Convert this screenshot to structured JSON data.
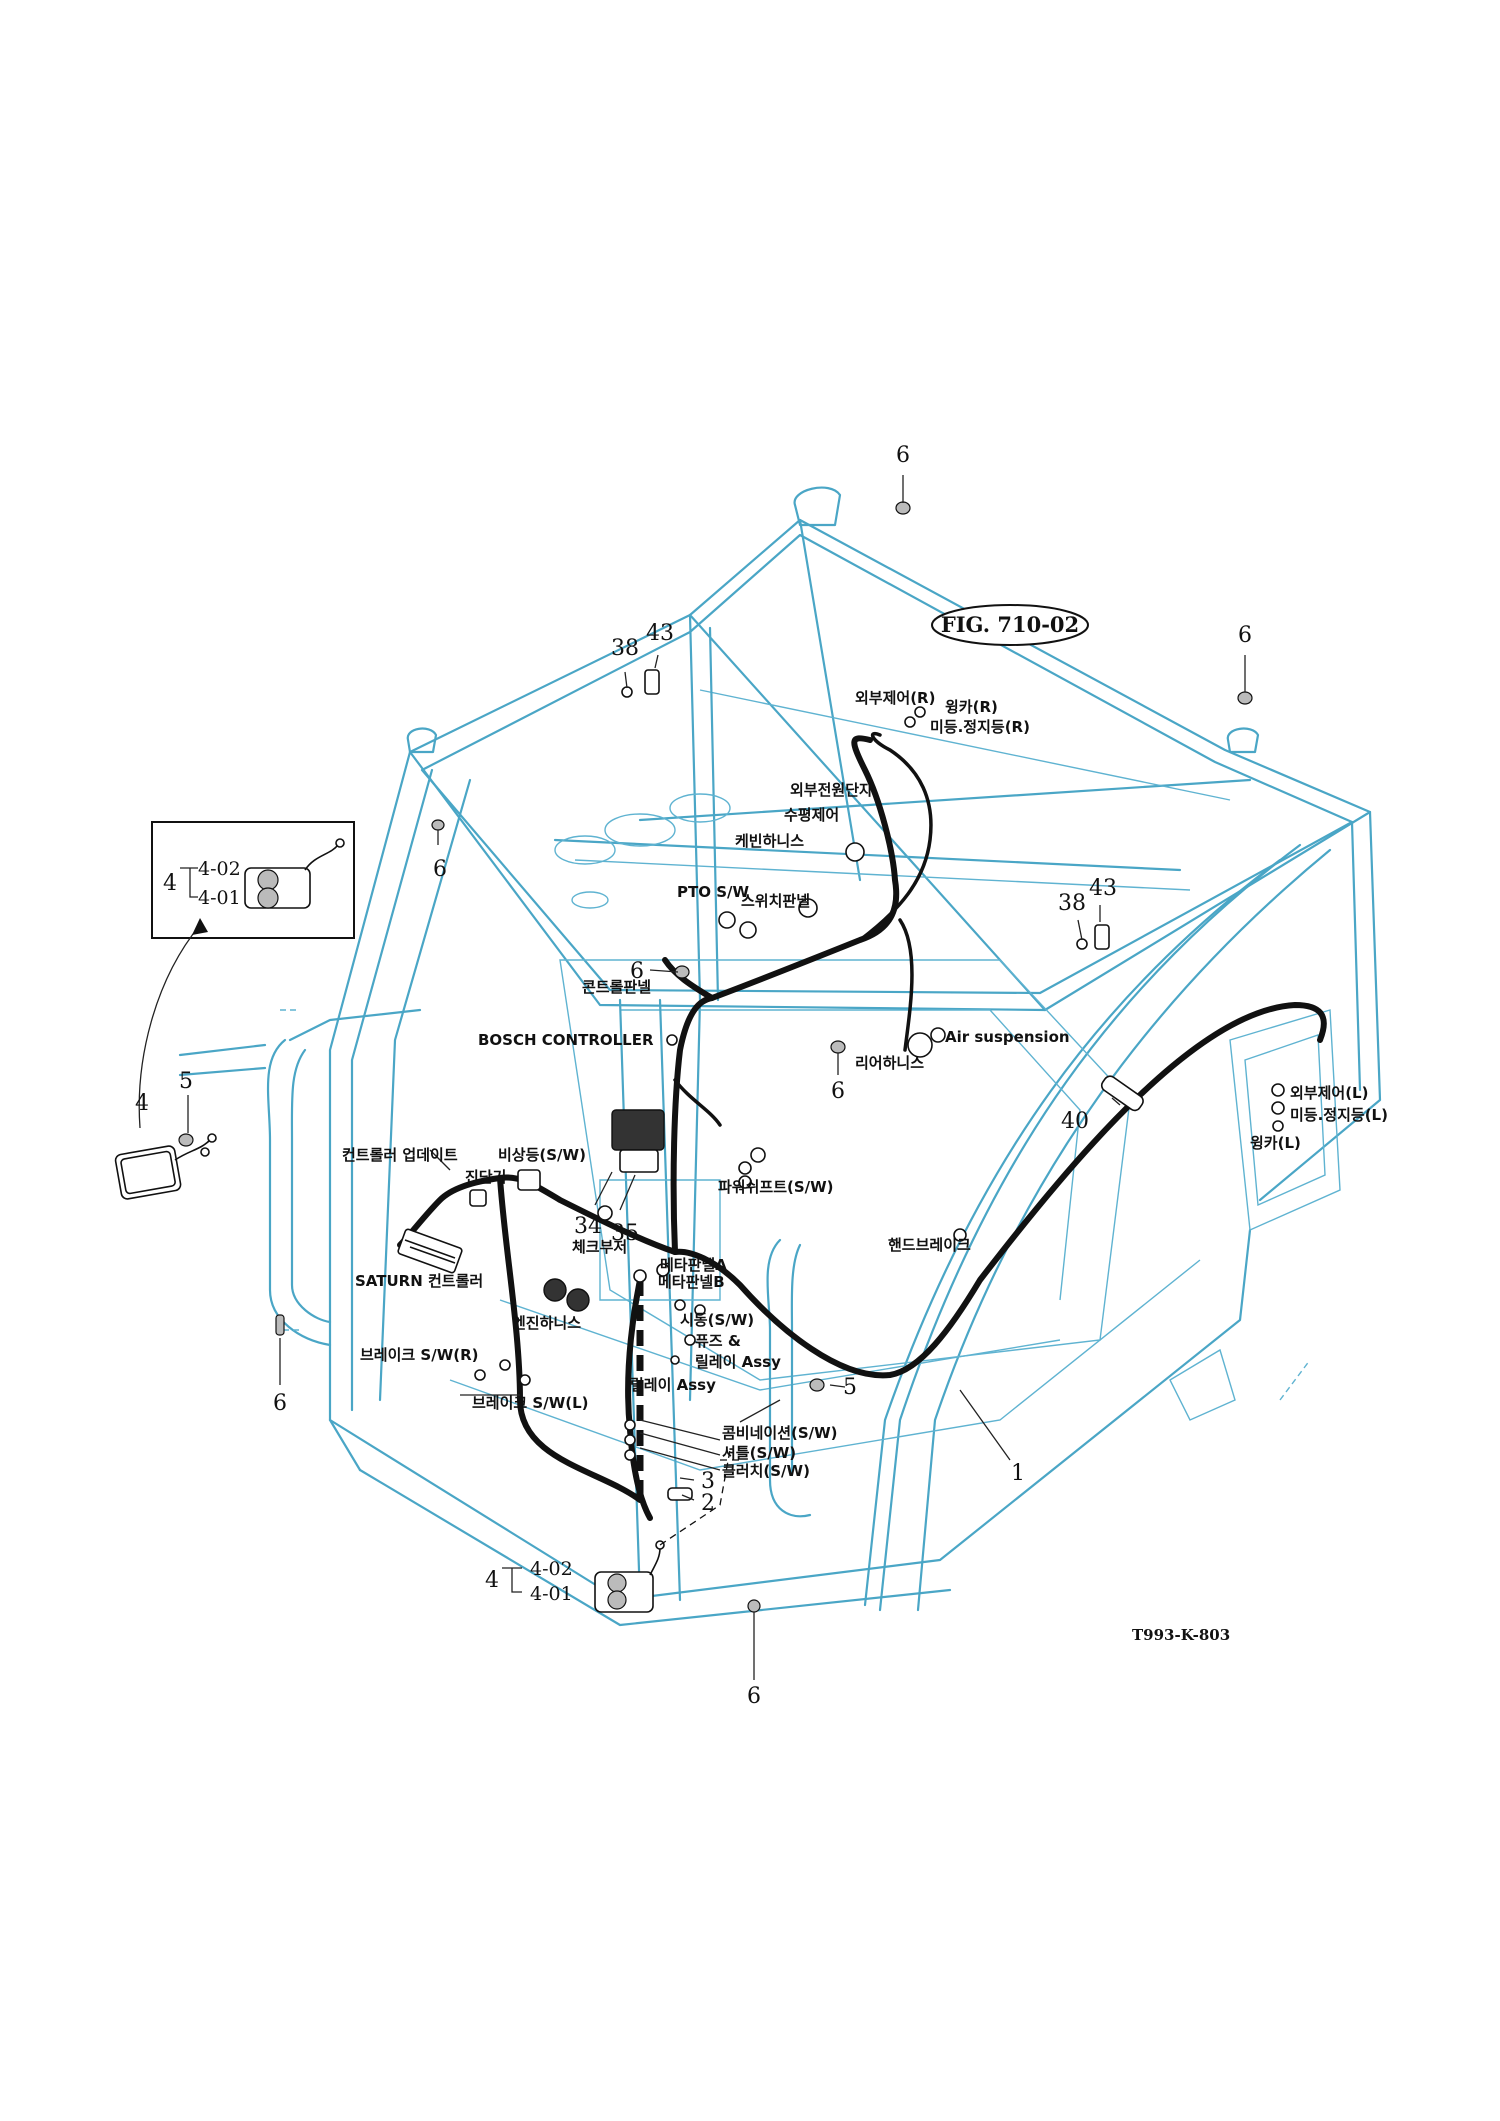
{
  "figure_label": "FIG. 710-02",
  "drawing_code": "T993-K-803",
  "colors": {
    "frame": "#4aa6c6",
    "harness": "#111111",
    "background": "#ffffff"
  },
  "callouts": {
    "n1": "1",
    "n2": "2",
    "n3": "3",
    "n4a": "4",
    "n4b": "4",
    "n4c": "4",
    "n5a": "5",
    "n5b": "5",
    "n6a": "6",
    "n6b": "6",
    "n6c": "6",
    "n6d": "6",
    "n6e": "6",
    "n6f": "6",
    "n6g": "6",
    "n34": "34",
    "n35": "35",
    "n38a": "38",
    "n38b": "38",
    "n40": "40",
    "n43a": "43",
    "n43b": "43",
    "sub402a": "4-02",
    "sub401a": "4-01",
    "sub402b": "4-02",
    "sub401b": "4-01"
  },
  "labels": {
    "ext_ctrl_r": "외부제어(R)",
    "winker_r": "윙카(R)",
    "tail_stop_r": "미등.정지등(R)",
    "ext_power": "외부전원단자",
    "level_ctrl": "수평제어",
    "cabin_harness": "케빈하니스",
    "pto_sw": "PTO S/W",
    "switch_panel": "스위치판넬",
    "control_panel": "콘트롤판넬",
    "bosch_controller": "BOSCH CONTROLLER",
    "air_suspension": "Air suspension",
    "rear_harness": "리어하니스",
    "ext_ctrl_l": "외부제어(L)",
    "tail_stop_l": "미등.정지등(L)",
    "winker_l": "윙카(L)",
    "controller_update": "컨트롤러 업데이트",
    "diagnostic": "진단기",
    "hazard_sw": "비상등(S/W)",
    "saturn_controller": "SATURN 컨트롤러",
    "power_shift": "파워쉬프트(S/W)",
    "check_buzzer": "체크부저",
    "hand_brake": "핸드브레이크",
    "meter_panel_a": "메타판넬A",
    "meter_panel_b": "메타판넬B",
    "engine_harness": "엔진하니스",
    "start_sw": "시동(S/W)",
    "fuse": "퓨즈 &",
    "relay_assy_1": "릴레이 Assy",
    "relay_assy_2": "릴레이 Assy",
    "brake_sw_r": "브레이크 S/W(R)",
    "brake_sw_l": "브레이크 S/W(L)",
    "combination_sw": "콤비네이션(S/W)",
    "shuttle_sw": "셔틀(S/W)",
    "clutch_sw": "클러치(S/W)"
  }
}
